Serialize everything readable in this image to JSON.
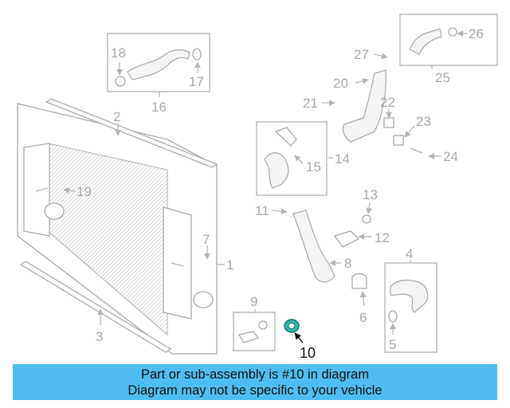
{
  "diagram": {
    "callouts": [
      "1",
      "2",
      "3",
      "4",
      "5",
      "6",
      "7",
      "8",
      "9",
      "11",
      "12",
      "13",
      "14",
      "15",
      "16",
      "17",
      "18",
      "19",
      "20",
      "21",
      "22",
      "23",
      "24",
      "25",
      "26",
      "27"
    ],
    "highlighted": "10",
    "colors": {
      "line": "#b5b5b5",
      "text": "#a8a8a8",
      "highlight_part": "#2fb6b0",
      "highlight_text": "#111111"
    }
  },
  "banner": {
    "line1": "Part or sub-assembly is #10 in diagram",
    "line2": "Diagram may not be specific to your vehicle",
    "color": "#4fbdf2"
  }
}
